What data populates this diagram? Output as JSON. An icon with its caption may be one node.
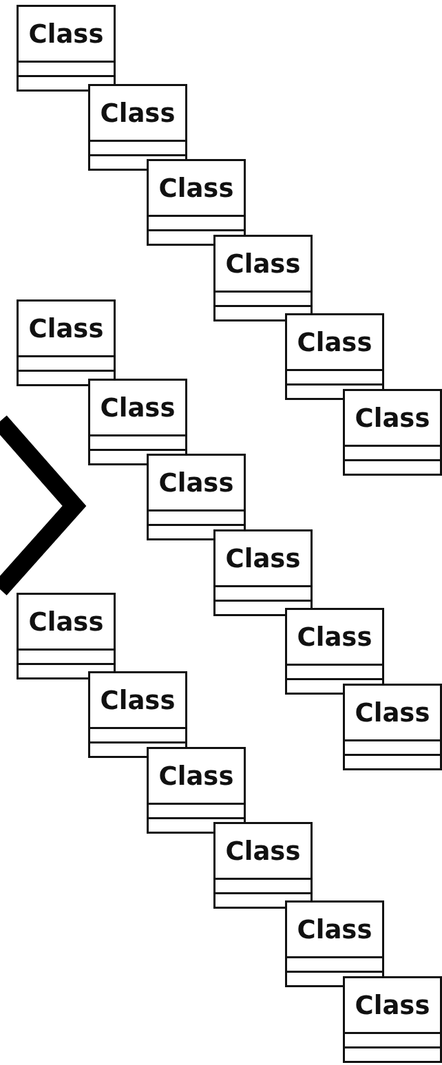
{
  "diagram": {
    "nodes": [
      {
        "text": [
          "Class"
        ]
      },
      {
        "text": [
          "Class"
        ]
      },
      {
        "text": [
          "Class"
        ]
      },
      {
        "text": [
          "Class"
        ]
      },
      {
        "text": [
          "Class"
        ]
      },
      {
        "text": [
          "Class"
        ]
      },
      {
        "text": [
          "Class"
        ]
      },
      {
        "text": [
          "Class"
        ]
      },
      {
        "text": [
          "Class"
        ]
      },
      {
        "text": [
          "Class"
        ]
      },
      {
        "text": [
          "Class"
        ]
      },
      {
        "text": [
          "Class"
        ]
      },
      {
        "text": [
          "Class"
        ]
      },
      {
        "text": [
          "Class"
        ]
      },
      {
        "text": [
          "Class"
        ]
      },
      {
        "text": [
          "Class"
        ]
      },
      {
        "text": [
          "Class"
        ]
      },
      {
        "text": [
          "Class"
        ]
      }
    ]
  }
}
